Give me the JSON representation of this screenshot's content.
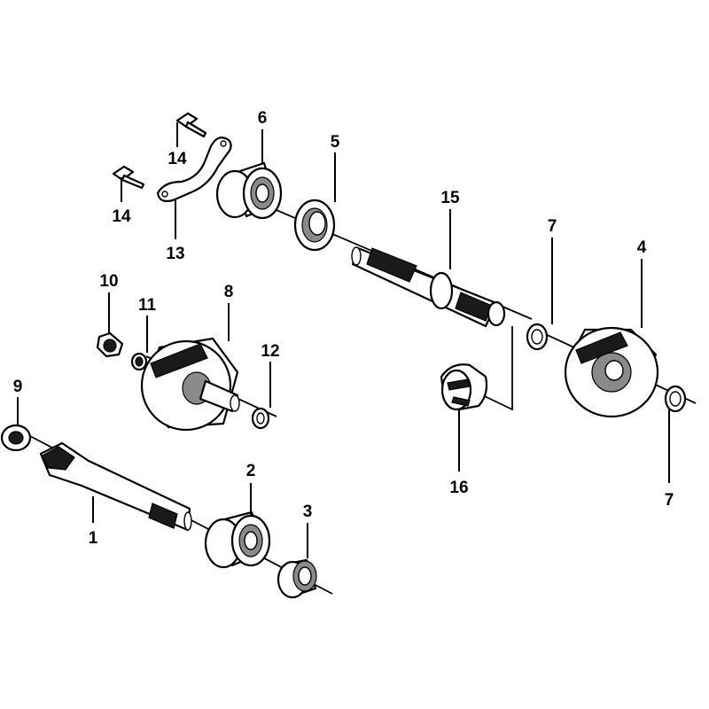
{
  "callouts": [
    {
      "id": "1",
      "label": "1"
    },
    {
      "id": "2",
      "label": "2"
    },
    {
      "id": "3",
      "label": "3"
    },
    {
      "id": "4",
      "label": "4"
    },
    {
      "id": "5",
      "label": "5"
    },
    {
      "id": "6",
      "label": "6"
    },
    {
      "id": "7a",
      "label": "7"
    },
    {
      "id": "7b",
      "label": "7"
    },
    {
      "id": "8",
      "label": "8"
    },
    {
      "id": "9",
      "label": "9"
    },
    {
      "id": "10",
      "label": "10"
    },
    {
      "id": "11",
      "label": "11"
    },
    {
      "id": "12",
      "label": "12"
    },
    {
      "id": "13",
      "label": "13"
    },
    {
      "id": "14a",
      "label": "14"
    },
    {
      "id": "14b",
      "label": "14"
    },
    {
      "id": "15",
      "label": "15"
    },
    {
      "id": "16",
      "label": "16"
    }
  ]
}
